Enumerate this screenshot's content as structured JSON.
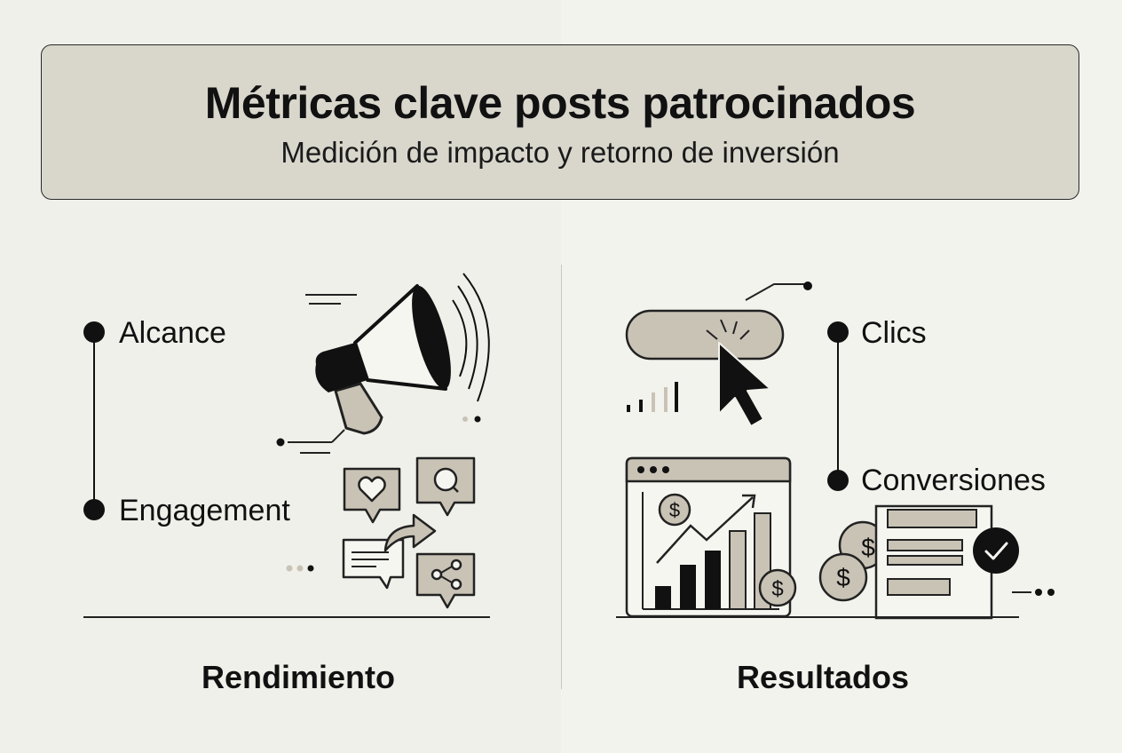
{
  "header": {
    "title": "Métricas clave posts patrocinados",
    "subtitle": "Medición de impacto y retorno de inversión"
  },
  "left": {
    "section_title": "Rendimiento",
    "items": [
      {
        "label": "Alcance"
      },
      {
        "label": "Engagement"
      }
    ]
  },
  "right": {
    "section_title": "Resultados",
    "items": [
      {
        "label": "Clics"
      },
      {
        "label": "Conversiones"
      }
    ]
  },
  "colors": {
    "background": "#f0f0ea",
    "header_fill": "#d9d7cc",
    "accent_beige": "#c9c3b6",
    "ink": "#111111"
  },
  "icons": [
    "megaphone-icon",
    "heart-bubble-icon",
    "search-bubble-icon",
    "share-bubble-icon",
    "message-bubble-icon",
    "cursor-click-icon",
    "bar-chart-icon",
    "dollar-coin-icon",
    "checkmark-icon",
    "form-icon"
  ]
}
